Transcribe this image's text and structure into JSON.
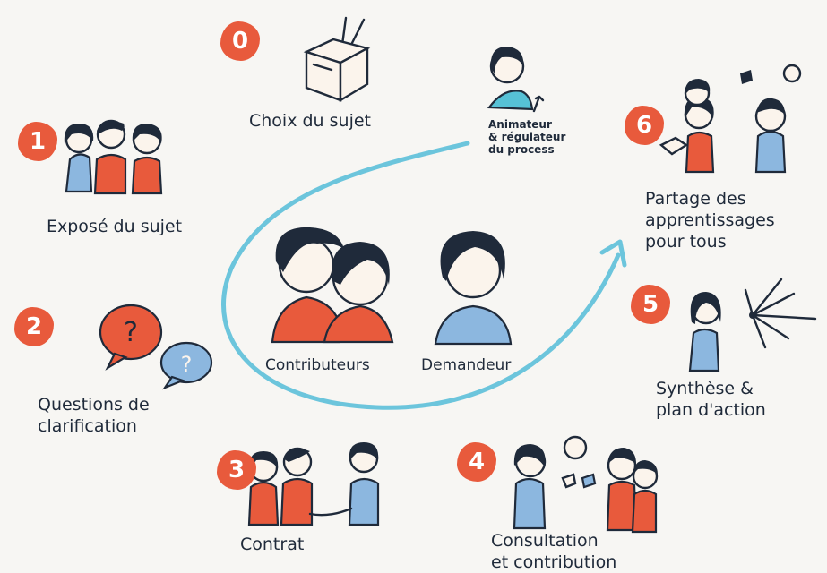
{
  "steps": [
    {
      "number": "0",
      "label": "Choix du sujet"
    },
    {
      "number": "1",
      "label": "Exposé du sujet"
    },
    {
      "number": "2",
      "label": "Questions de\nclarification"
    },
    {
      "number": "3",
      "label": "Contrat"
    },
    {
      "number": "4",
      "label": "Consultation\net contribution"
    },
    {
      "number": "5",
      "label": "Synthèse &\nplan d'action"
    },
    {
      "number": "6",
      "label": "Partage des\napprentissages\npour tous"
    }
  ],
  "roles": {
    "contributors": "Contributeurs",
    "requester": "Demandeur",
    "facilitator": "Animateur\n& régulateur\ndu process"
  },
  "colors": {
    "badge": "#e85a3c",
    "arrow": "#6cc5dc",
    "contributor_shirt": "#e85a3c",
    "requester_shirt": "#8cb7df",
    "ink": "#1f2a3a"
  }
}
